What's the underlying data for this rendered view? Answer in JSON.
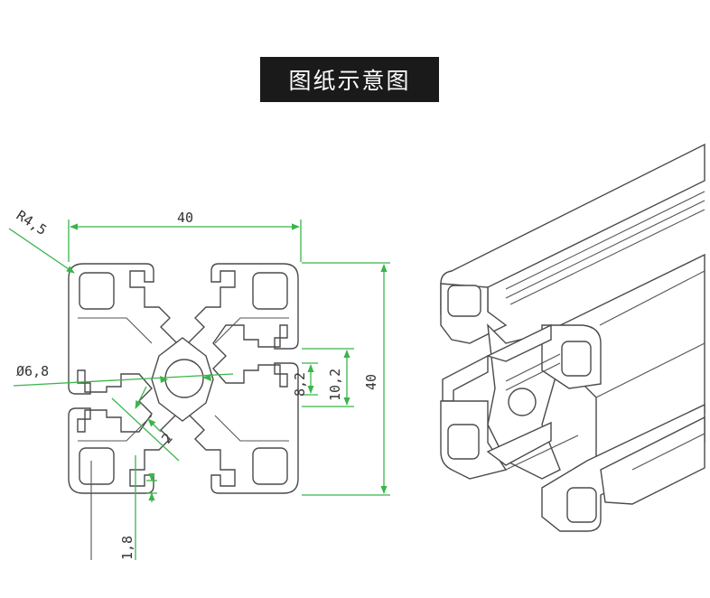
{
  "title": "图纸示意图",
  "dimensions": {
    "width": "40",
    "height": "40",
    "corner_radius": "R4,5",
    "center_hole": "Ø6,8",
    "slot_width": "8,2",
    "slot_outer": "10,2",
    "web_thickness": "2",
    "wall_thickness": "1,8"
  },
  "colors": {
    "dimension_lines": "#39b54a",
    "profile_outline": "#4a4a4a",
    "title_background": "#1a1a1a"
  }
}
